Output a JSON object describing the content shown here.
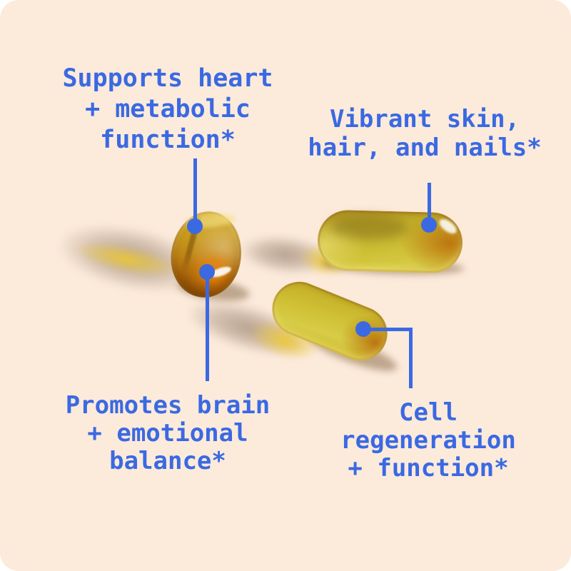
{
  "canvas": {
    "background_color": "#fceadb",
    "accent_blue": "#3a69e2",
    "capsule_gold": "#c08416",
    "capsule_amber": "#aa660b",
    "capsule_yellow": "#d0c238"
  },
  "annotations": [
    {
      "id": "heart",
      "label": "Supports heart\n+ metabolic\nfunction*"
    },
    {
      "id": "skin",
      "label": "Vibrant skin,\nhair, and nails*"
    },
    {
      "id": "brain",
      "label": "Promotes brain\n+ emotional\nbalance*"
    },
    {
      "id": "cell",
      "label": "Cell\nregeneration\n+ function*"
    }
  ]
}
